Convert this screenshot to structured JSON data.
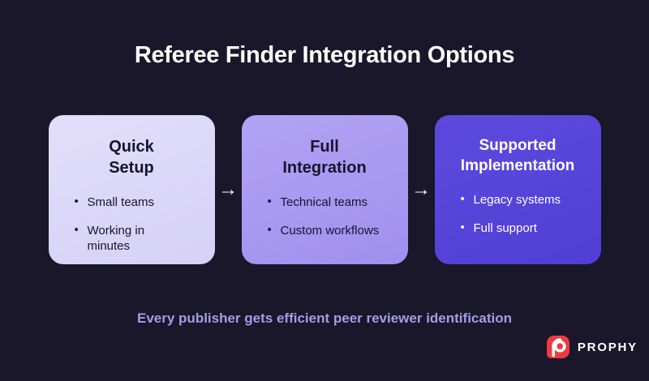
{
  "title": "Referee Finder Integration Options",
  "cards": [
    {
      "heading": "Quick\nSetup",
      "bullets": [
        "Small teams",
        "Working in minutes"
      ]
    },
    {
      "heading": "Full\nIntegration",
      "bullets": [
        "Technical teams",
        "Custom workflows"
      ]
    },
    {
      "heading": "Supported\nImplementation",
      "bullets": [
        "Legacy systems",
        "Full support"
      ]
    }
  ],
  "arrow": {
    "glyph": "→"
  },
  "footer": "Every publisher gets efficient peer reviewer identification",
  "logo": {
    "text": "PROPHY"
  },
  "colors": {
    "background": "#191729",
    "card_light": "#dcd8f8",
    "card_medium": "#a897f0",
    "card_dark": "#5743d9",
    "footer_text": "#a59ce8",
    "logo_red": "#ee3a41",
    "title_text": "#ffffff"
  }
}
